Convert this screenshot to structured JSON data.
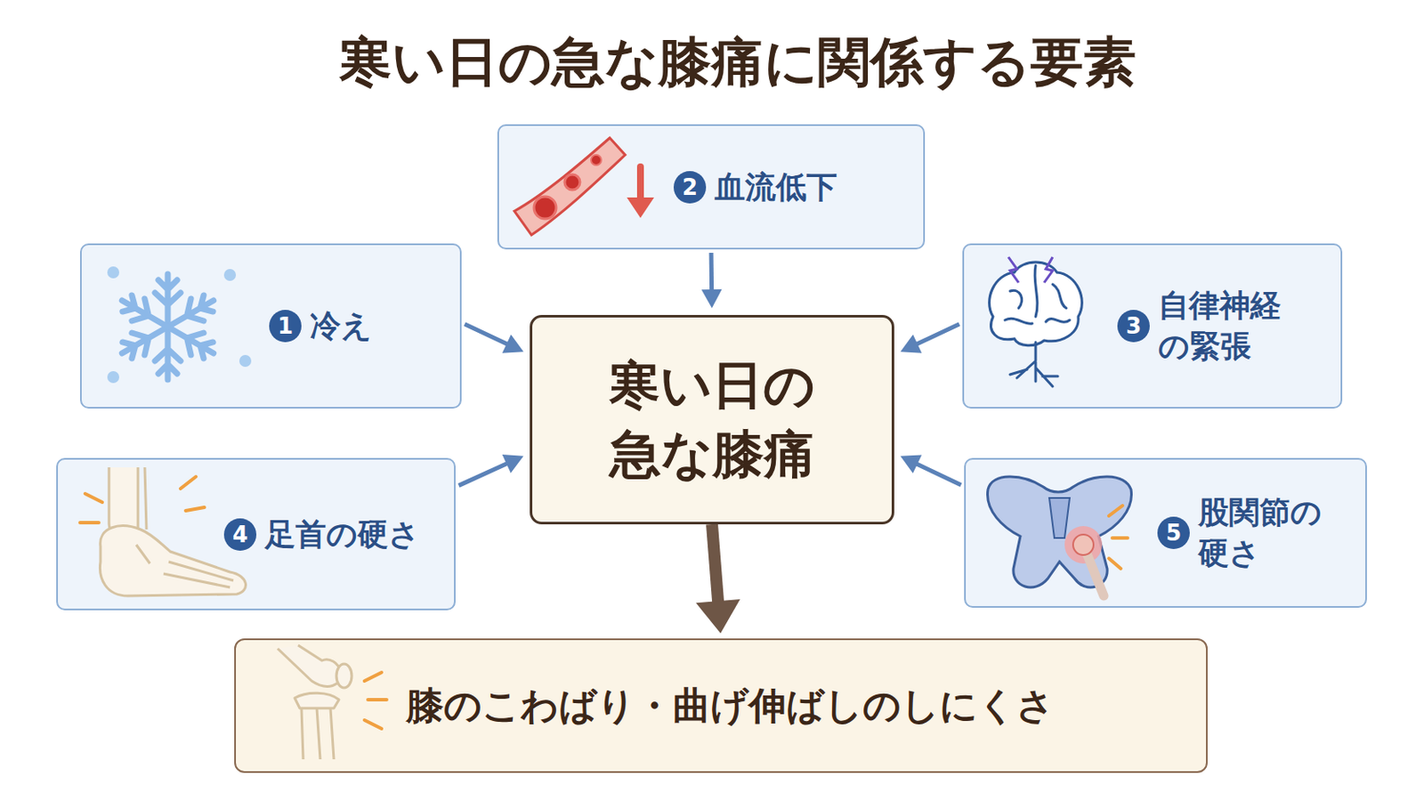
{
  "diagram": {
    "title": "寒い日の急な膝痛に関係する要素",
    "nodes": [
      {
        "text": [
          "1",
          "冷え"
        ]
      },
      {
        "text": [
          "2",
          "血流低下"
        ]
      },
      {
        "text": [
          "3",
          "自律神経 の緊張"
        ]
      },
      {
        "text": [
          "4",
          "足首の硬さ"
        ]
      },
      {
        "text": [
          "5",
          "股関節の 硬さ"
        ]
      },
      {
        "text": [
          "寒い日の 急な膝痛"
        ]
      },
      {
        "text": [
          "膝のこわばり・曲げ伸ばしのしにくさ"
        ]
      }
    ],
    "edges": [
      {
        "from": 0,
        "to": 5,
        "arrow": "to"
      },
      {
        "from": 1,
        "to": 5,
        "arrow": "to"
      },
      {
        "from": 2,
        "to": 5,
        "arrow": "to"
      },
      {
        "from": 3,
        "to": 5,
        "arrow": "to"
      },
      {
        "from": 4,
        "to": 5,
        "arrow": "to"
      },
      {
        "from": 5,
        "to": 6,
        "arrow": "to"
      }
    ]
  }
}
